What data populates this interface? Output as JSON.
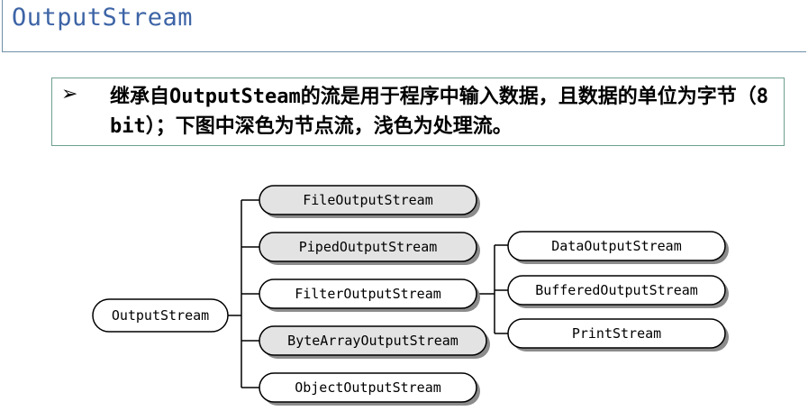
{
  "header": {
    "title": "OutputStream"
  },
  "note": {
    "bullet": "➢",
    "text": "继承自OutputSteam的流是用于程序中输入数据，且数据的单位为字节（8 bit）；下图中深色为节点流，浅色为处理流。"
  },
  "diagram": {
    "root": "OutputStream",
    "children": [
      {
        "label": "FileOutputStream",
        "kind": "node-stream"
      },
      {
        "label": "PipedOutputStream",
        "kind": "node-stream"
      },
      {
        "label": "FilterOutputStream",
        "kind": "processing-stream"
      },
      {
        "label": "ByteArrayOutputStream",
        "kind": "node-stream"
      },
      {
        "label": "ObjectOutputStream",
        "kind": "processing-stream"
      }
    ],
    "filter_children": [
      {
        "label": "DataOutputStream",
        "kind": "processing-stream"
      },
      {
        "label": "BufferedOutputStream",
        "kind": "processing-stream"
      },
      {
        "label": "PrintStream",
        "kind": "processing-stream"
      }
    ],
    "colors": {
      "node_stream_fill": "#e3e3e3",
      "processing_stream_fill": "#ffffff",
      "stroke": "#000000",
      "shadow": "#8c8c8c"
    }
  }
}
